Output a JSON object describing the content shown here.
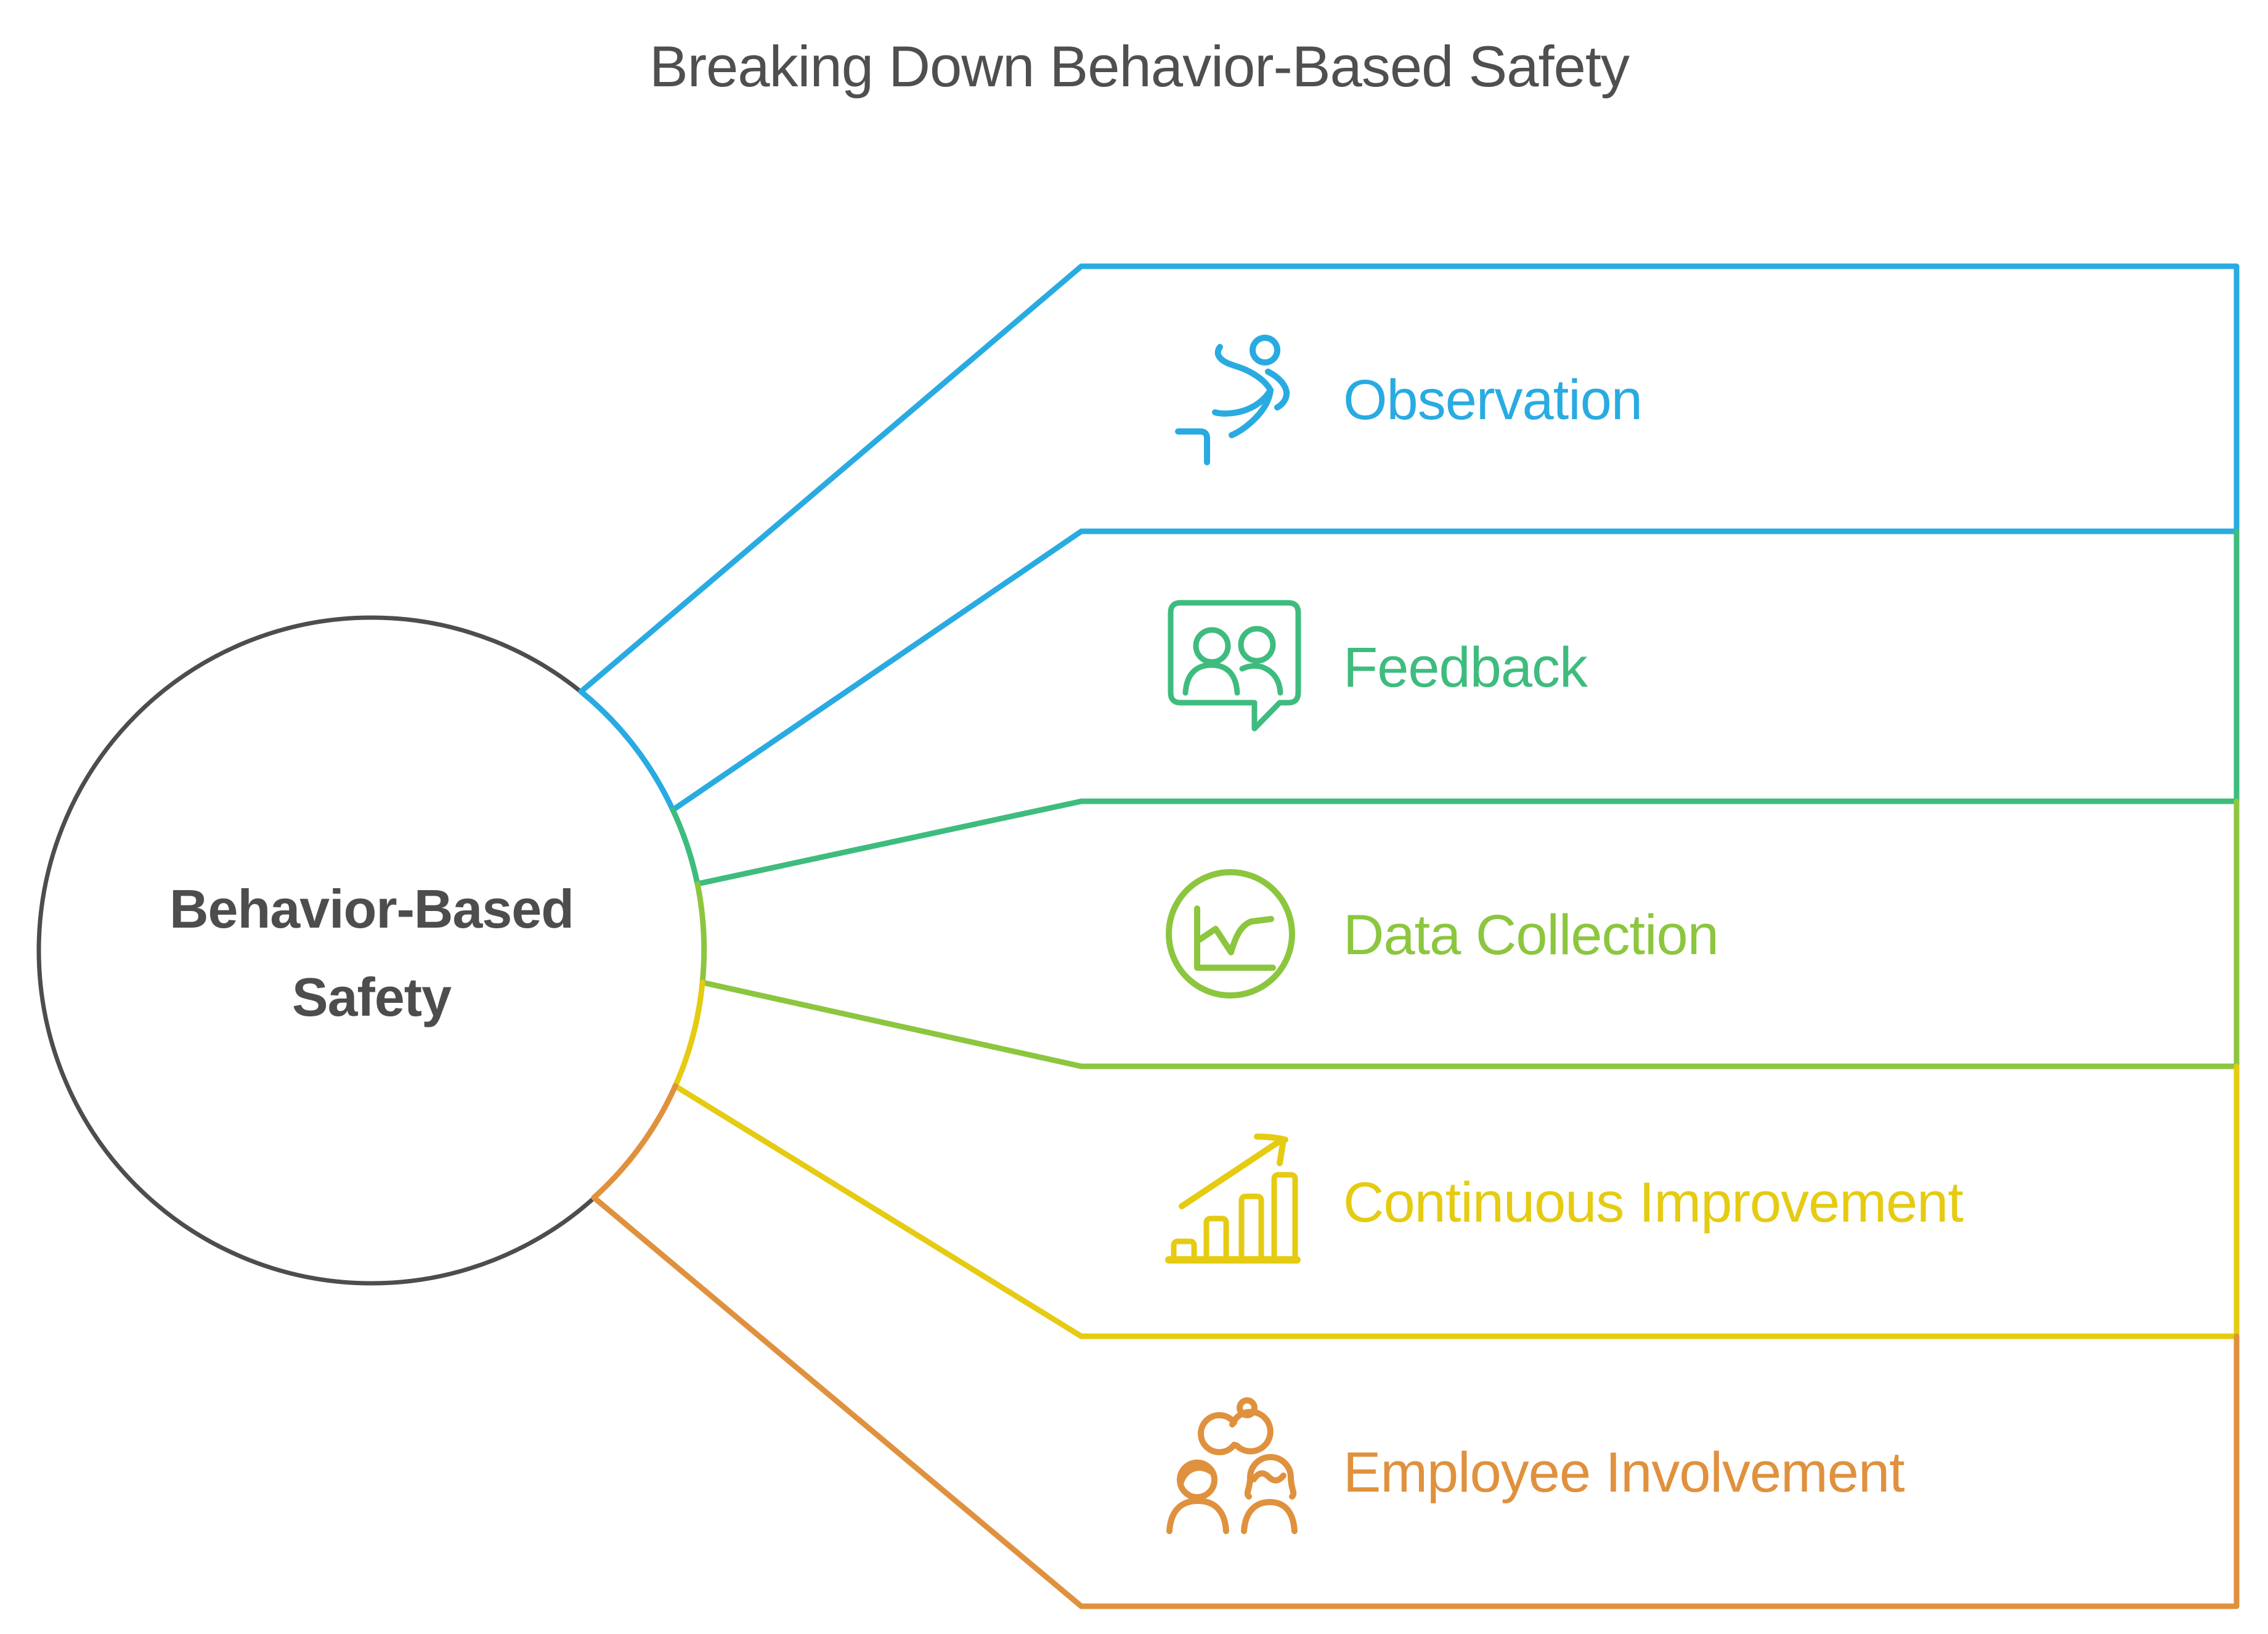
{
  "title": "Breaking Down Behavior-Based Safety",
  "center_node": {
    "line1": "Behavior-Based",
    "line2": "Safety"
  },
  "colors": {
    "title_text": "#4F4F4F",
    "node_outline": "#4D4D4D",
    "node_text": "#4D4D4D",
    "background": "#FFFFFF"
  },
  "items": [
    {
      "label": "Observation",
      "color": "#29ABE2",
      "icon": "slipping-person-icon"
    },
    {
      "label": "Feedback",
      "color": "#3EBC7E",
      "icon": "people-speech-bubble-icon"
    },
    {
      "label": "Data Collection",
      "color": "#8CC63F",
      "icon": "line-chart-circle-icon"
    },
    {
      "label": "Continuous Improvement",
      "color": "#E5CB11",
      "icon": "rising-bars-arrow-icon"
    },
    {
      "label": "Employee Involvement",
      "color": "#E0913E",
      "icon": "people-linked-rings-icon"
    }
  ]
}
